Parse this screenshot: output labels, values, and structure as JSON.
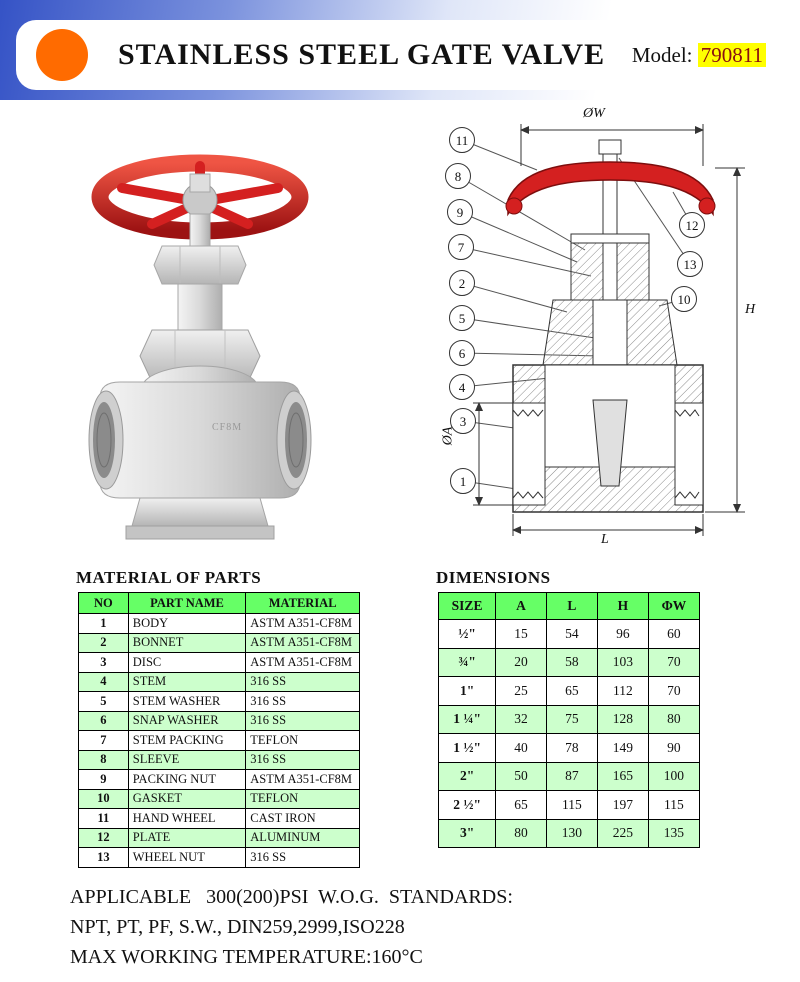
{
  "header": {
    "title": "STAINLESS STEEL GATE VALVE",
    "model_label": "Model:",
    "model_value": "790811"
  },
  "photo": {
    "body_mark": "CF8M"
  },
  "drawing": {
    "callouts": [
      "11",
      "8",
      "9",
      "7",
      "2",
      "5",
      "6",
      "4",
      "3",
      "1",
      "12",
      "13",
      "10"
    ],
    "dim_labels": {
      "w": "ØW",
      "h": "H",
      "a": "ØA",
      "l": "L"
    }
  },
  "materials": {
    "title": "MATERIAL OF PARTS",
    "columns": [
      "NO",
      "PART NAME",
      "MATERIAL"
    ],
    "rows": [
      [
        "1",
        "BODY",
        "ASTM A351-CF8M"
      ],
      [
        "2",
        "BONNET",
        "ASTM A351-CF8M"
      ],
      [
        "3",
        "DISC",
        "ASTM A351-CF8M"
      ],
      [
        "4",
        "STEM",
        "316 SS"
      ],
      [
        "5",
        "STEM WASHER",
        "316 SS"
      ],
      [
        "6",
        "SNAP WASHER",
        "316 SS"
      ],
      [
        "7",
        "STEM PACKING",
        "TEFLON"
      ],
      [
        "8",
        "SLEEVE",
        "316 SS"
      ],
      [
        "9",
        "PACKING NUT",
        "ASTM A351-CF8M"
      ],
      [
        "10",
        "GASKET",
        "TEFLON"
      ],
      [
        "11",
        "HAND WHEEL",
        "CAST IRON"
      ],
      [
        "12",
        "PLATE",
        "ALUMINUM"
      ],
      [
        "13",
        "WHEEL NUT",
        "316 SS"
      ]
    ]
  },
  "dimensions": {
    "title": "DIMENSIONS",
    "columns": [
      "SIZE",
      "A",
      "L",
      "H",
      "ΦW"
    ],
    "rows": [
      [
        "½\"",
        "15",
        "54",
        "96",
        "60"
      ],
      [
        "¾\"",
        "20",
        "58",
        "103",
        "70"
      ],
      [
        "1\"",
        "25",
        "65",
        "112",
        "70"
      ],
      [
        "1 ¼\"",
        "32",
        "75",
        "128",
        "80"
      ],
      [
        "1 ½\"",
        "40",
        "78",
        "149",
        "90"
      ],
      [
        "2\"",
        "50",
        "87",
        "165",
        "100"
      ],
      [
        "2 ½\"",
        "65",
        "115",
        "197",
        "115"
      ],
      [
        "3\"",
        "80",
        "130",
        "225",
        "135"
      ]
    ]
  },
  "footer": {
    "line1": "APPLICABLE   300(200)PSI  W.O.G.  STANDARDS:",
    "line2": "NPT, PT, PF, S.W., DIN259,2999,ISO228",
    "line3": "MAX WORKING TEMPERATURE:160°C"
  },
  "colors": {
    "band-blue": "#3553C6",
    "logo-orange": "#FF6B00",
    "model-highlight": "#FFFF00",
    "model-text": "#8A1010",
    "table-header-green": "#66FF66",
    "table-row-green": "#CCFFCC",
    "handwheel-red": "#D42020"
  }
}
